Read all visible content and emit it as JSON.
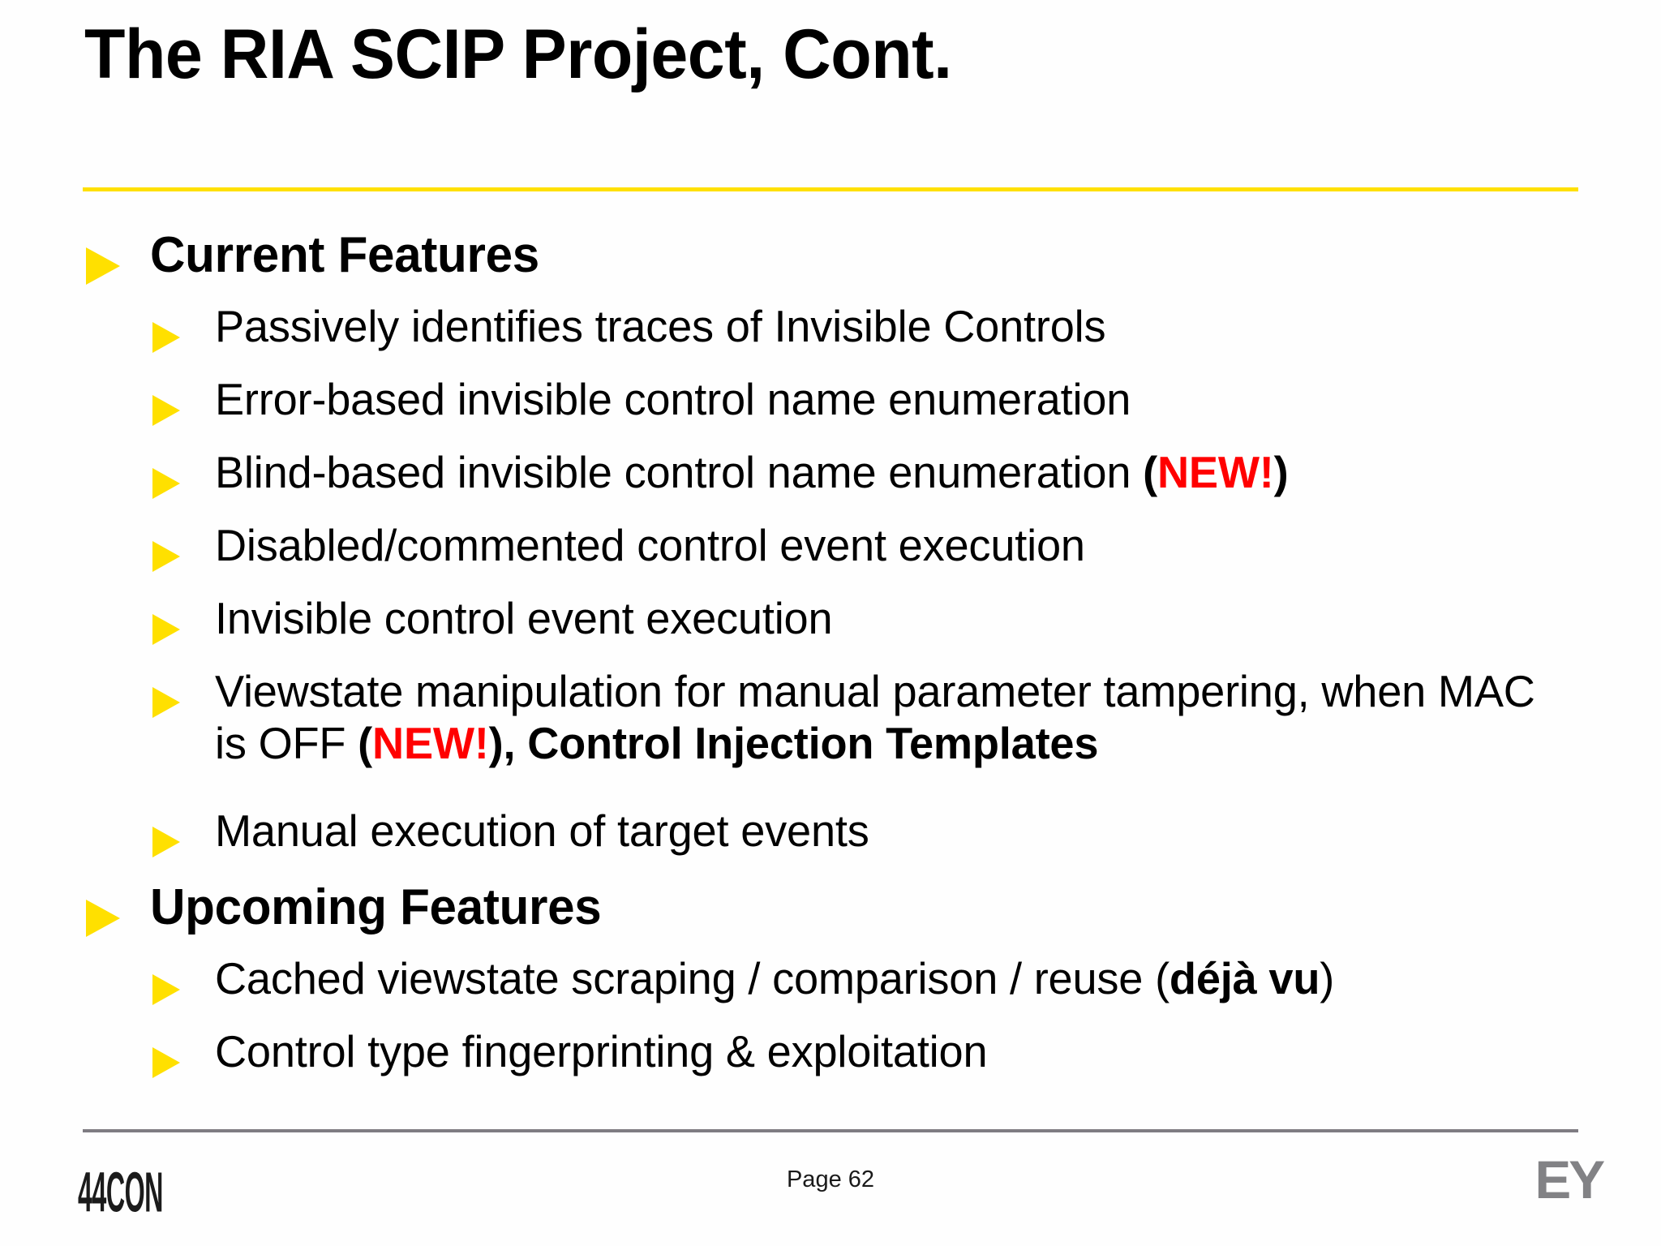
{
  "slide": {
    "title": "The RIA SCIP Project, Cont.",
    "accent_color": "#FFE000",
    "highlight_color": "#FF0000",
    "rule_color": "#7f7c82"
  },
  "sections": [
    {
      "heading": "Current Features",
      "items": [
        {
          "parts": [
            {
              "text": "Passively identifies traces of Invisible Controls",
              "style": "normal"
            }
          ]
        },
        {
          "parts": [
            {
              "text": "Error-based invisible control name enumeration",
              "style": "normal"
            }
          ]
        },
        {
          "parts": [
            {
              "text": "Blind-based invisible control name enumeration ",
              "style": "normal"
            },
            {
              "text": "(",
              "style": "bold"
            },
            {
              "text": "NEW!",
              "style": "new"
            },
            {
              "text": ")",
              "style": "bold"
            }
          ]
        },
        {
          "parts": [
            {
              "text": "Disabled/commented control event execution",
              "style": "normal"
            }
          ]
        },
        {
          "parts": [
            {
              "text": "Invisible control event execution",
              "style": "normal"
            }
          ]
        },
        {
          "parts": [
            {
              "text": "Viewstate manipulation for manual parameter tampering, when MAC is OFF ",
              "style": "normal"
            },
            {
              "text": "(",
              "style": "bold"
            },
            {
              "text": "NEW!",
              "style": "new"
            },
            {
              "text": "), Control Injection Templates",
              "style": "bold"
            }
          ]
        },
        {
          "parts": [
            {
              "text": "Manual execution of target events",
              "style": "normal"
            }
          ]
        }
      ]
    },
    {
      "heading": "Upcoming Features",
      "items": [
        {
          "parts": [
            {
              "text": "Cached viewstate scraping / comparison / reuse (",
              "style": "normal"
            },
            {
              "text": "déjà vu",
              "style": "bold"
            },
            {
              "text": ")",
              "style": "normal"
            }
          ]
        },
        {
          "parts": [
            {
              "text": "Control type fingerprinting & exploitation",
              "style": "normal"
            }
          ]
        }
      ]
    }
  ],
  "footer": {
    "left_logo": "44CON",
    "page_label": "Page 62",
    "right_logo": "EY"
  }
}
